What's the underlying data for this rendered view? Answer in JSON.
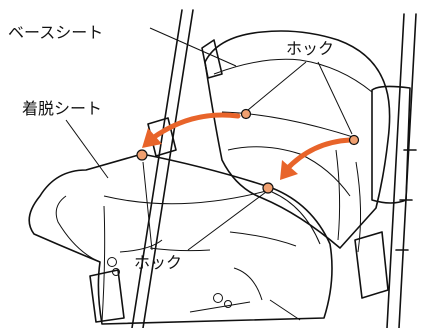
{
  "labels": {
    "base_seat": "ベースシート",
    "removable_seat": "着脱シート",
    "hook_top": "ホック",
    "hook_bottom": "ホック"
  },
  "colors": {
    "arrow": "#e8642a",
    "hook_fill": "#f0a070",
    "line": "#111111",
    "background": "#ffffff"
  }
}
